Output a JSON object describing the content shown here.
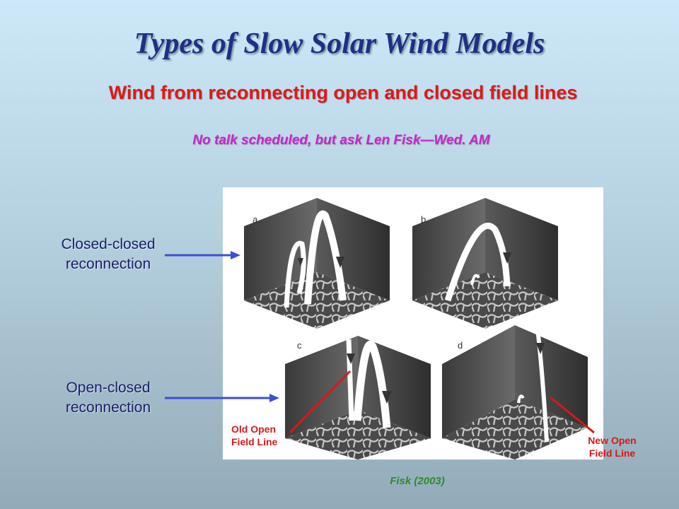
{
  "slide": {
    "title": "Types of Slow Solar Wind Models",
    "subtitle": "Wind from reconnecting open and closed field lines",
    "note": "No talk scheduled, but ask Len Fisk—Wed. AM",
    "citation": "Fisk (2003)"
  },
  "labels": {
    "closed_closed": {
      "line1": "Closed-closed",
      "line2": "reconnection"
    },
    "open_closed": {
      "line1": "Open-closed",
      "line2": "reconnection"
    }
  },
  "figure": {
    "panels": [
      "a",
      "b",
      "c",
      "d"
    ],
    "old_open": {
      "line1": "Old Open",
      "line2": "Field Line"
    },
    "new_open": {
      "line1": "New Open",
      "line2": "Field Line"
    }
  },
  "colors": {
    "title": "#1f2f86",
    "subtitle": "#e01818",
    "note": "#cc22cc",
    "arrow": "#3d4fd6",
    "callout": "#d81818",
    "citation": "#2e8a2e"
  }
}
